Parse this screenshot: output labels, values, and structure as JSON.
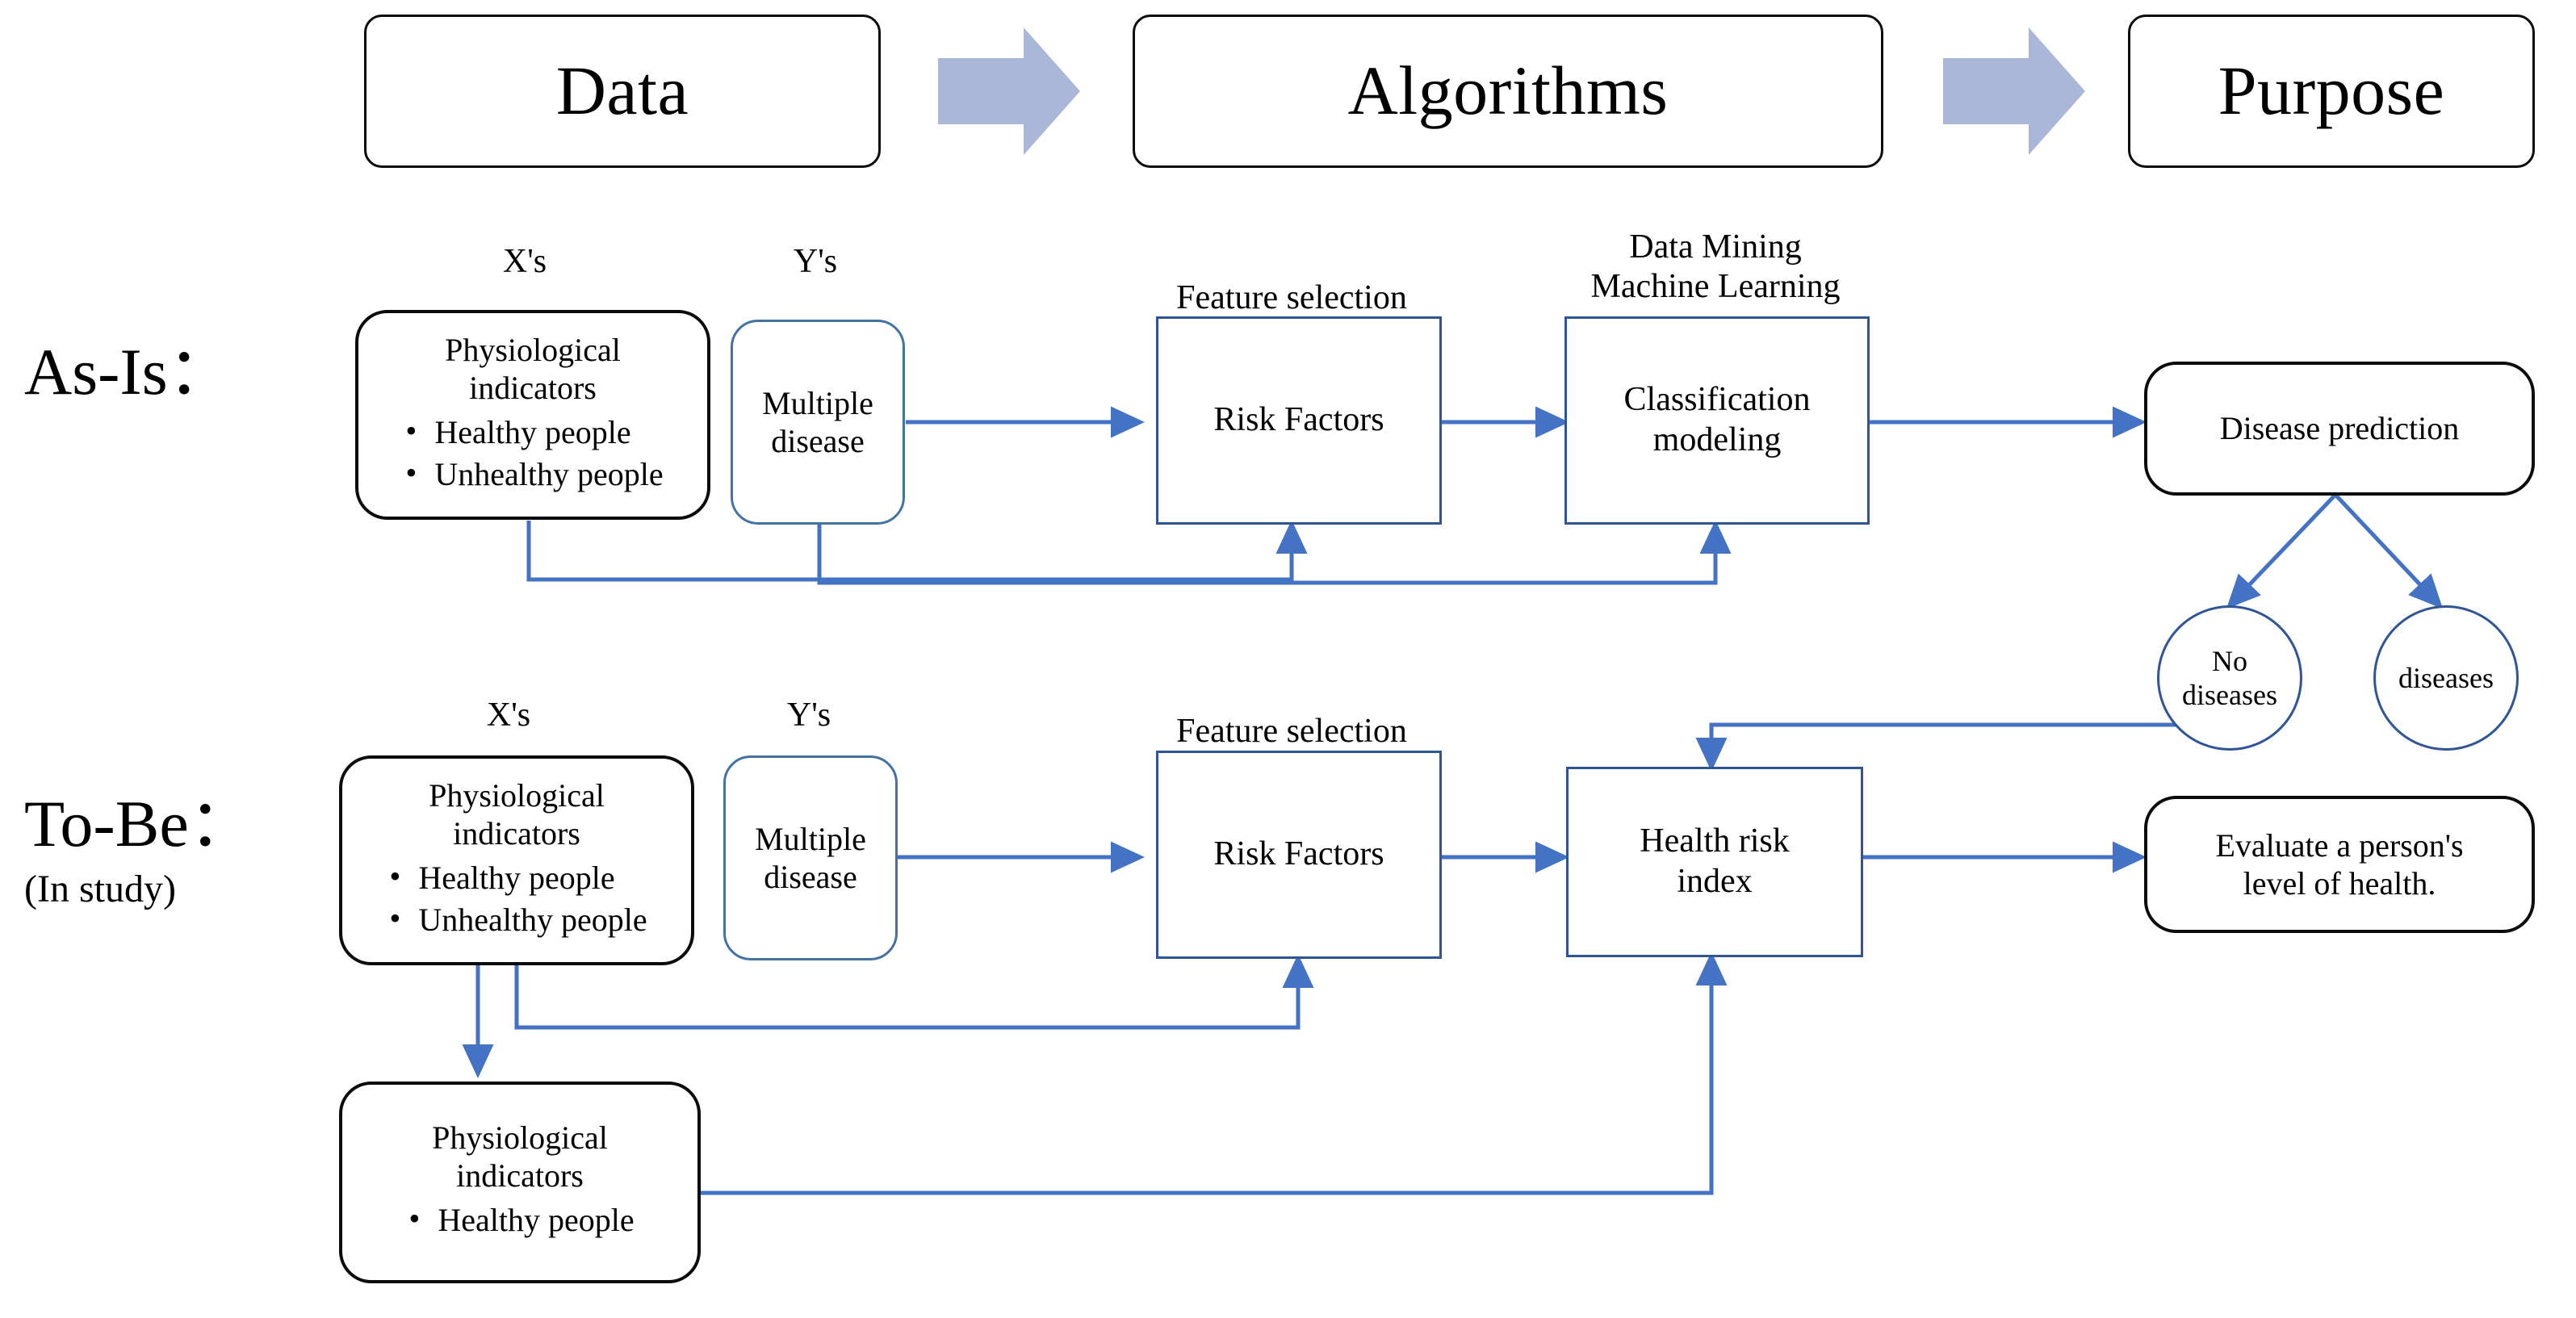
{
  "colors": {
    "banner_border": "#0b0b0b",
    "box_border_black": "#0b0b0b",
    "box_border_blue": "#2f5597",
    "rounded_blue": "#4472a4",
    "connector_blue": "#4472c4",
    "big_arrow_fill": "#aab7d8",
    "text": "#000000",
    "background": "#ffffff"
  },
  "banners": {
    "data": "Data",
    "algorithms": "Algorithms",
    "purpose": "Purpose"
  },
  "row_labels": {
    "as_is": "As-Is：",
    "to_be": "To-Be：",
    "to_be_sub": "(In study)"
  },
  "captions": {
    "xs": "X's",
    "ys": "Y's",
    "feature_selection": "Feature selection",
    "data_mining_line1": "Data Mining",
    "data_mining_line2": "Machine Learning"
  },
  "as_is": {
    "xbox": {
      "heading": "Physiological",
      "heading2": "indicators",
      "bullets": [
        "Healthy people",
        "Unhealthy people"
      ]
    },
    "ybox": {
      "line1": "Multiple",
      "line2": "disease"
    },
    "risk_factors": "Risk Factors",
    "classification": {
      "line1": "Classification",
      "line2": "modeling"
    },
    "disease_prediction": "Disease prediction",
    "outcome_left": {
      "line1": "No",
      "line2": "diseases"
    },
    "outcome_right": "diseases"
  },
  "to_be": {
    "xbox": {
      "heading": "Physiological",
      "heading2": "indicators",
      "bullets": [
        "Healthy people",
        "Unhealthy people"
      ]
    },
    "ybox": {
      "line1": "Multiple",
      "line2": "disease"
    },
    "risk_factors": "Risk Factors",
    "health_risk_index": {
      "line1": "Health risk",
      "line2": "index"
    },
    "evaluate": {
      "line1": "Evaluate a person's",
      "line2": "level of health."
    },
    "healthy_box": {
      "heading": "Physiological",
      "heading2": "indicators",
      "bullets": [
        "Healthy people"
      ]
    }
  },
  "icons": {
    "flow_arrow_1": "right-arrow-icon",
    "flow_arrow_2": "right-arrow-icon"
  }
}
